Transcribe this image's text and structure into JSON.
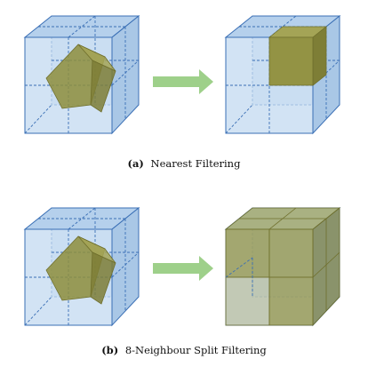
{
  "figure": {
    "panel_a": {
      "label": "(a)",
      "caption": "Nearest Filtering"
    },
    "panel_b": {
      "label": "(b)",
      "caption": "8-Neighbour Split Filtering"
    }
  },
  "colors": {
    "grid_fill": "#b9d3ec",
    "grid_stroke": "#3a6fb5",
    "block_fill": "#9a9a4a",
    "arrow": "#9ed08a"
  }
}
